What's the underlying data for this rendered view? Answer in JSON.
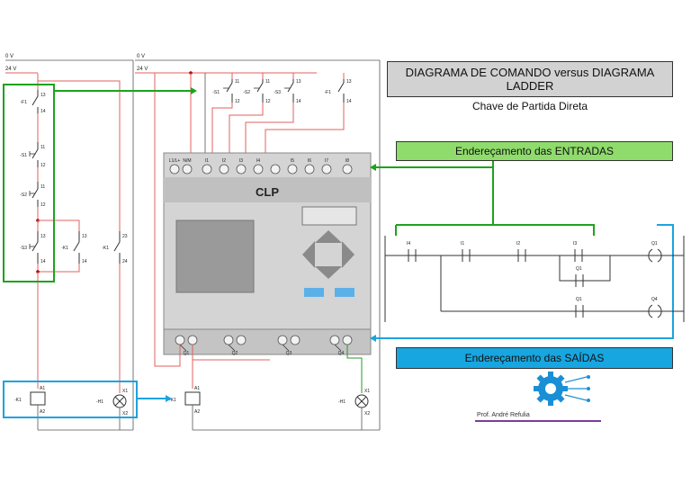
{
  "title": "DIAGRAMA DE COMANDO versus DIAGRAMA LADDER",
  "subtitle": "Chave de Partida Direta",
  "inputs_label": "Endereçamento das ENTRADAS",
  "outputs_label": "Endereçamento das SAÍDAS",
  "author": "Prof. André Refulia",
  "colors": {
    "power_line": "#e06060",
    "input_highlight": "#1ca31c",
    "output_highlight": "#1ca3e0",
    "plc_body": "#cfcfcf"
  },
  "command_diagram": {
    "rail_0v": "0 V",
    "rail_24v": "24 V",
    "components": [
      {
        "tag": "-F1",
        "terminals": [
          "13",
          "14"
        ]
      },
      {
        "tag": "-S1",
        "terminals": [
          "11",
          "12"
        ]
      },
      {
        "tag": "-S2",
        "terminals": [
          "11",
          "12"
        ]
      },
      {
        "tag": "-S3",
        "terminals": [
          "13",
          "14"
        ]
      },
      {
        "tag": "-K1",
        "terminals": [
          "13",
          "14"
        ]
      },
      {
        "tag": "-K1",
        "terminals": [
          "23",
          "24"
        ]
      }
    ],
    "coil": {
      "tag": "-K1",
      "terminals": [
        "A1",
        "A2"
      ]
    },
    "lamp": {
      "tag": "-H1",
      "terminals": [
        "X1",
        "X2"
      ]
    }
  },
  "plc_wiring": {
    "rail_0v": "0 V",
    "rail_24v": "24 V",
    "inputs": [
      {
        "tag": "-S1",
        "terminals": [
          "11",
          "12"
        ]
      },
      {
        "tag": "-S2",
        "terminals": [
          "11",
          "12"
        ]
      },
      {
        "tag": "-S3",
        "terminals": [
          "13",
          "14"
        ]
      },
      {
        "tag": "-F1",
        "terminals": [
          "13",
          "14"
        ]
      }
    ],
    "coil": {
      "tag": "-K1",
      "terminals": [
        "A1",
        "A2"
      ]
    },
    "lamp": {
      "tag": "-H1",
      "terminals": [
        "X1",
        "X2"
      ]
    }
  },
  "plc": {
    "label": "CLP",
    "terminals_top": [
      "L1/L+",
      "N/M",
      "I1",
      "I2",
      "I3",
      "I4",
      "",
      "I5",
      "I6",
      "I7",
      "I8"
    ],
    "outputs": [
      "Q1",
      "Q2",
      "Q3",
      "Q4"
    ]
  },
  "ladder": {
    "rung1": [
      "I4",
      "I1",
      "I2",
      "I3",
      "Q1"
    ],
    "branch": "Q1",
    "rung2": [
      "Q1",
      "Q4"
    ]
  }
}
